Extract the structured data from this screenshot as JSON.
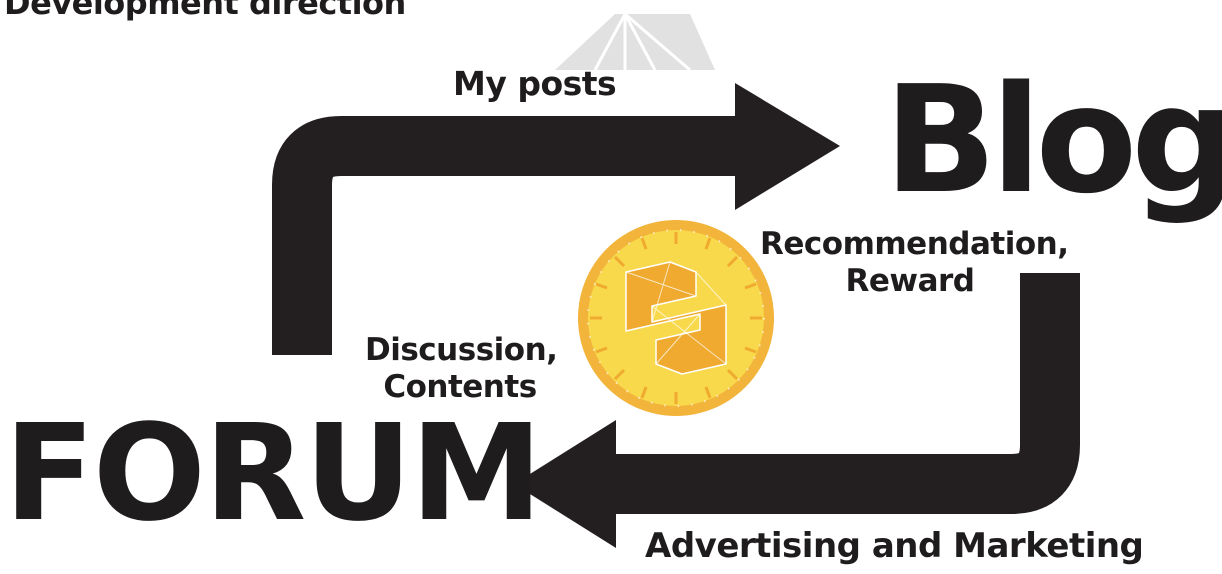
{
  "diagram": {
    "title": "Development direction",
    "nodes": {
      "blog": "Blog",
      "forum": "FORUM"
    },
    "arrows": {
      "forum_to_blog": "My posts",
      "blog_to_forum": "Advertising and Marketing"
    },
    "annotations": {
      "blog_side": [
        "Recommendation,",
        "Reward"
      ],
      "forum_side": [
        "Discussion,",
        "Contents"
      ]
    },
    "colors": {
      "arrow": "#231f20",
      "coin_outer": "#f2b43b",
      "coin_inner": "#f8d94c",
      "coin_mark": "#efaa2f",
      "text": "#1f1c1d"
    }
  }
}
